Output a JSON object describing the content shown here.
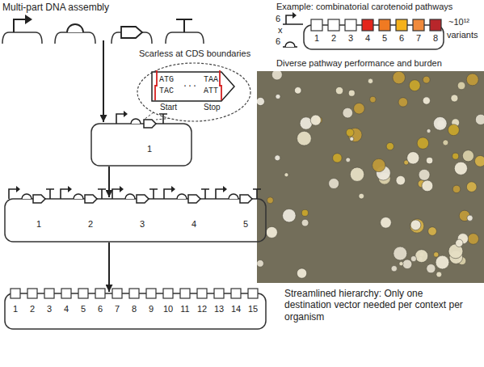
{
  "diagram": {
    "nodes": [
      {
        "text": [
          "1",
          "2",
          "3",
          "4",
          "5",
          "6",
          "7",
          "8"
        ]
      },
      {
        "text": [
          "1"
        ]
      },
      {
        "text": [
          "1",
          "2",
          "3",
          "4",
          "5"
        ]
      },
      {
        "text": [
          "1",
          "2",
          "3",
          "4",
          "5",
          "6",
          "7",
          "8",
          "9",
          "10",
          "11",
          "12",
          "13",
          "14",
          "15"
        ]
      }
    ],
    "edges": [
      {
        "from": 1,
        "to": 2,
        "arrow": "to"
      },
      {
        "from": 2,
        "to": 3,
        "arrow": "to"
      }
    ],
    "labels": [
      "Multi-part DNA assembly",
      "Example: combinatorial carotenoid pathways",
      "6",
      "x",
      "6",
      "~10¹²",
      "variants",
      "Diverse pathway performance and burden",
      "Scarless at CDS boundaries",
      "ATG",
      "TAC",
      "...",
      "TAA",
      "ATT",
      "Start",
      "Stop",
      "Streamlined hierarchy: Only one destination vector needed per context per organism"
    ]
  }
}
